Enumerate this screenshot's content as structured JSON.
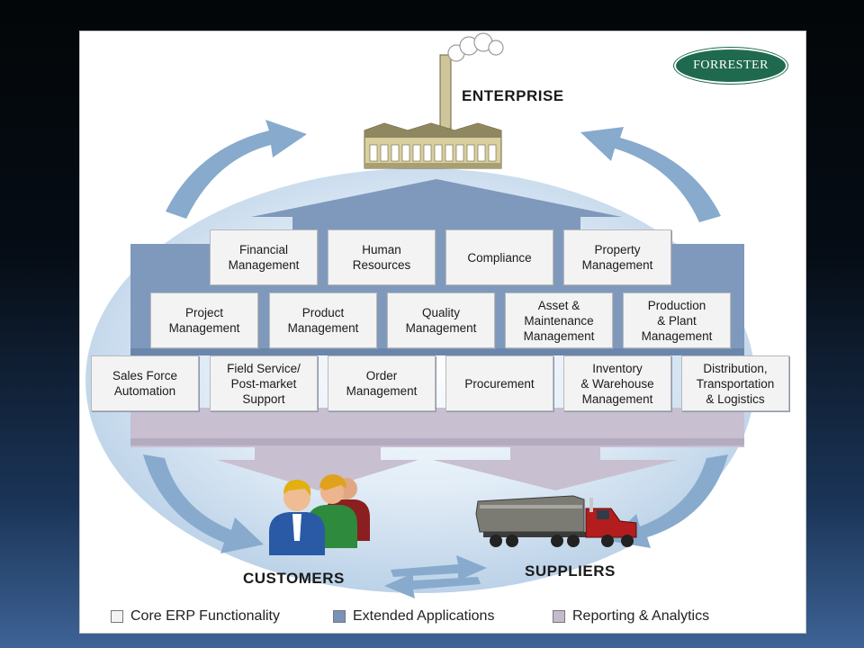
{
  "header": {
    "logo_text": "FORRESTER",
    "logo_color": "#1f6a4f"
  },
  "nodes": {
    "enterprise": "ENTERPRISE",
    "customers": "CUSTOMERS",
    "suppliers": "SUPPLIERS"
  },
  "modules": {
    "row1": [
      "Financial\nManagement",
      "Human\nResources",
      "Compliance",
      "Property\nManagement"
    ],
    "row2": [
      "Project\nManagement",
      "Product\nManagement",
      "Quality\nManagement",
      "Asset &\nMaintenance\nManagement",
      "Production\n& Plant\nManagement"
    ],
    "row3": [
      "Sales Force\nAutomation",
      "Field Service/\nPost-market\nSupport",
      "Order\nManagement",
      "Procurement",
      "Inventory\n& Warehouse\nManagement",
      "Distribution,\nTransportation\n& Logistics"
    ]
  },
  "legend": [
    {
      "label": "Core ERP Functionality",
      "color": "#f3f3f3"
    },
    {
      "label": "Extended Applications",
      "color": "#7893b8"
    },
    {
      "label": "Reporting & Analytics",
      "color": "#c4bccd"
    }
  ],
  "colors": {
    "extended": "#7f99bd",
    "reporting": "#c8bfd0",
    "ellipse": "#d7e6f3",
    "cycle_arrows": "#87aacd"
  }
}
